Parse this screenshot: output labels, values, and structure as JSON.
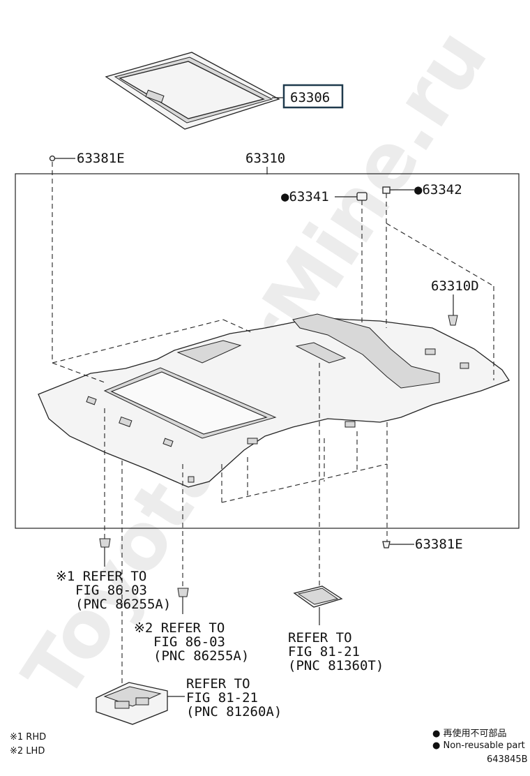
{
  "parts": {
    "p63306": "63306",
    "p63381e_top": "63381E",
    "p63310": "63310",
    "p63341": "●63341",
    "p63342": "●63342",
    "p63310d": "63310D",
    "p63381e_bottom": "63381E"
  },
  "refs": {
    "ref1": {
      "line1": "※1 REFER TO",
      "line2": "FIG 86-03",
      "line3": "(PNC 86255A)"
    },
    "ref2": {
      "line1": "※2 REFER TO",
      "line2": "FIG 86-03",
      "line3": "(PNC 86255A)"
    },
    "ref3": {
      "line1": "REFER TO",
      "line2": "FIG 81-21",
      "line3": "(PNC 81360T)"
    },
    "ref4": {
      "line1": "REFER TO",
      "line2": "FIG 81-21",
      "line3": "(PNC 81260A)"
    }
  },
  "legend": {
    "rhd": "※1 RHD",
    "lhd": "※2 LHD",
    "nonreusable_jp": "● 再使用不可部品",
    "nonreusable_en": "● Non-reusable part"
  },
  "figure_code": "643845B",
  "watermark": "ToyotaCarMine.ru",
  "colors": {
    "line": "#222222",
    "highlight_box": "#1f3a4d"
  }
}
